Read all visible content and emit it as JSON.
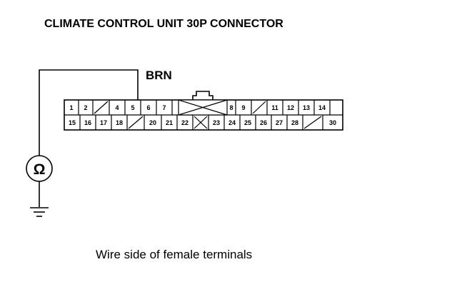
{
  "title": "CLIMATE CONTROL UNIT 30P CONNECTOR",
  "wire_color": "BRN",
  "meter_symbol": "Ω",
  "caption": "Wire side of female terminals",
  "connector": {
    "top_row": [
      "1",
      "2",
      "",
      "4",
      "5",
      "6",
      "7",
      "",
      "",
      "8",
      "9",
      "",
      "11",
      "12",
      "13",
      "14"
    ],
    "bottom_row": [
      "15",
      "16",
      "17",
      "18",
      "",
      "20",
      "21",
      "22",
      "",
      "23",
      "24",
      "25",
      "26",
      "27",
      "28",
      "",
      "30"
    ],
    "empty_top_indices": [
      2,
      11
    ],
    "empty_bottom_indices": [
      4,
      15
    ],
    "probed_pin": "5"
  },
  "icons": [
    "ohmmeter-icon",
    "ground-icon"
  ]
}
